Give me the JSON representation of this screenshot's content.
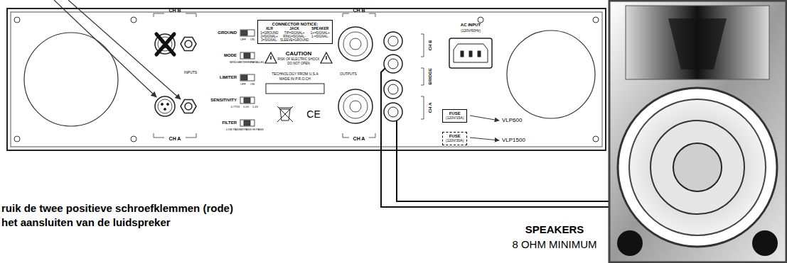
{
  "diagram": {
    "nodes": [
      {
        "text": [
          "CONNECTOR NOTICE:",
          "XLR",
          "JACK",
          "SPEAKER",
          "1=GROUND 2=SIGNAL+ 3=SIGNAL-",
          "TIP=SIGNAL+ RING=SIGNAL- SLEEVE=GROUND",
          "1+=SIGNAL+ 1-=SIGNAL-"
        ]
      },
      {
        "text": [
          "FUSE",
          "(120V/15A)"
        ]
      },
      {
        "text": [
          "FUSE",
          "(120V/30A)"
        ]
      }
    ],
    "labels": [
      "CH B",
      "INPUTS",
      "CH A",
      "GROUND",
      "OFF",
      "ON",
      "MODE",
      "BRIDGE",
      "STEREO",
      "PARALLEL",
      "LIMITER",
      "OFF",
      "ON",
      "SENSITIVITY",
      "0.775V",
      "1.0V",
      "1.4V",
      "FILTER",
      "LOW PASS",
      "BYPASS",
      "HI PASS",
      "CAUTION",
      "RISK OF ELECTRIC SHOCK",
      "DO NOT OPEN",
      "TECHNOLOGY FROM U.S.A",
      "MADE IN P.R.O.CH",
      "CE",
      "CH B",
      "OUTPUTS",
      "CH A",
      "CH B",
      "BRIDGE",
      "CH A",
      "AC INPUT",
      "(120V/60Hz)",
      "VLP600",
      "VLP1500",
      "ruik de twee positieve schroefklemmen (rode)",
      "het aansluiten van de luidspreker",
      "SPEAKERS",
      "8 OHM MINIMUM"
    ]
  }
}
